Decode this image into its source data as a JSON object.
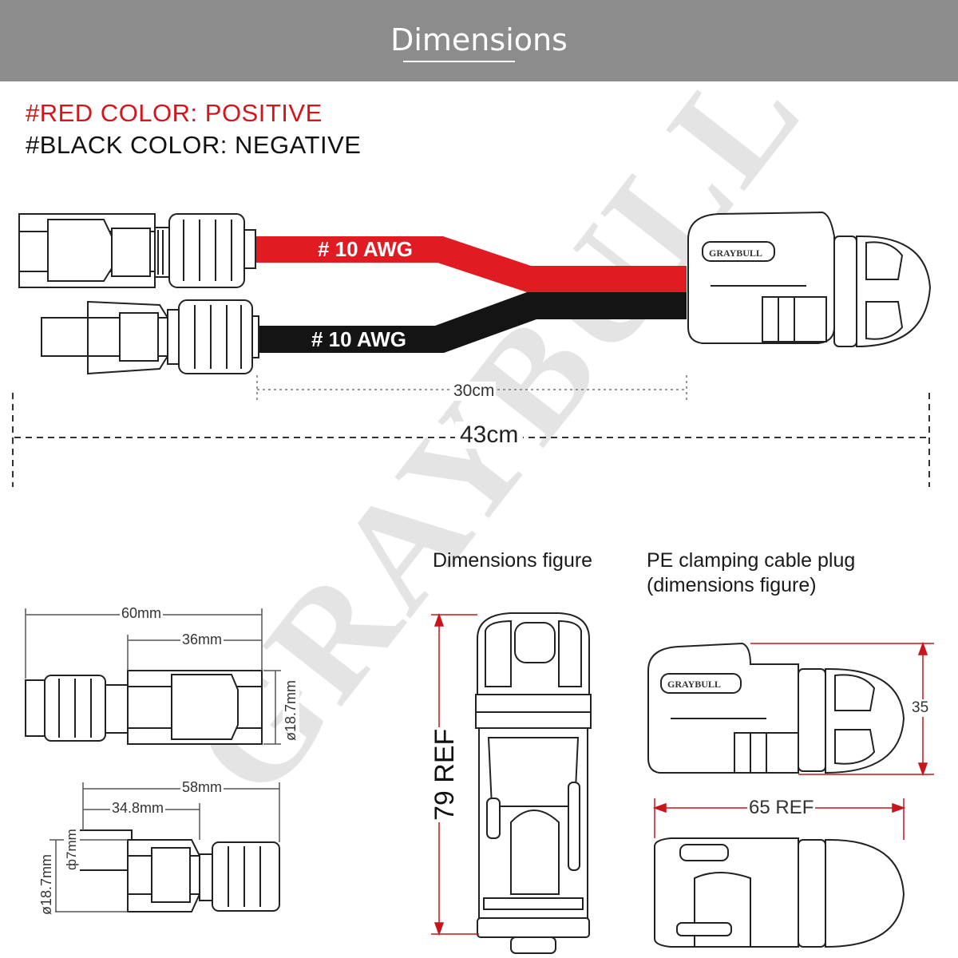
{
  "header": {
    "title": "Dimensions"
  },
  "legend": {
    "red": "#RED COLOR: POSITIVE",
    "black": "#BLACK COLOR: NEGATIVE"
  },
  "cables": {
    "red_label": "# 10 AWG",
    "black_label": "# 10 AWG",
    "red_color": "#e01b22",
    "black_color": "#141414"
  },
  "plug_brand": "GRAYBULL",
  "watermark": "GRAYBULL",
  "dimensions": {
    "branch": "30cm",
    "total": "43cm",
    "female_length": "60mm",
    "female_body": "36mm",
    "female_dia": "ø18.7mm",
    "male_length": "58mm",
    "male_body": "34.8mm",
    "male_pin": "ф7mm",
    "male_dia": "ø18.7mm",
    "plug_height": "79 REF",
    "plug_side": "35",
    "plug_length": "65 REF"
  },
  "captions": {
    "dimensions_figure": "Dimensions figure",
    "pe_plug_line1": "PE clamping cable plug",
    "pe_plug_line2": "(dimensions figure)"
  }
}
